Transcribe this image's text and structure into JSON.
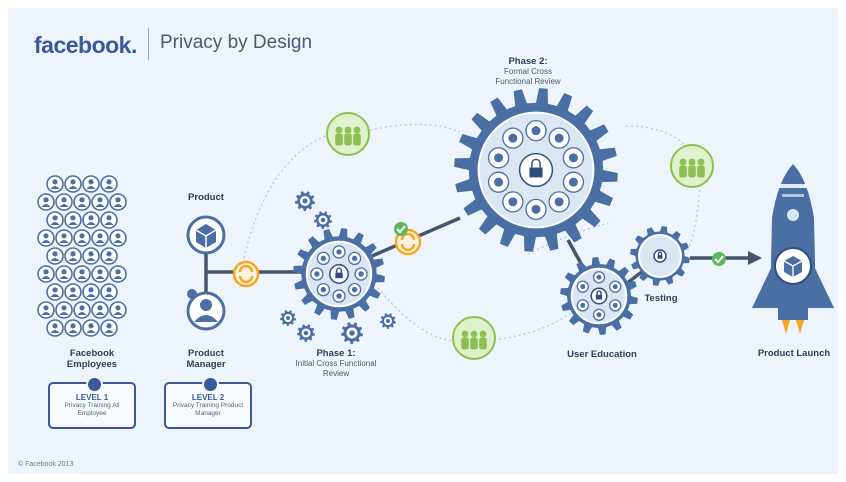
{
  "header": {
    "brand": "facebook.",
    "title": "Privacy by Design"
  },
  "groups": {
    "employees": "Facebook Employees",
    "product": "Product",
    "product_manager": "Product Manager"
  },
  "badges": [
    {
      "level": "LEVEL 1",
      "desc": "Privacy Training All Employee"
    },
    {
      "level": "LEVEL 2",
      "desc": "Privacy Training Product Manager"
    }
  ],
  "phases": {
    "phase1_title": "Phase 1:",
    "phase1_desc": "Initial Cross Functional Review",
    "phase2_title": "Phase 2:",
    "phase2_desc": "Formal Cross Functional Review",
    "user_education": "User Education",
    "testing": "Testing",
    "launch": "Product Launch"
  },
  "footer": {
    "copyright": "© Facebook 2013"
  },
  "colors": {
    "brand": "#3b5998",
    "gear": "#4a6fa5",
    "gear_inner": "#dbe6f3",
    "people_green": "#8cc152",
    "sync_orange": "#f5a623",
    "check_green": "#5cb85c",
    "flame": "#f5a623"
  }
}
